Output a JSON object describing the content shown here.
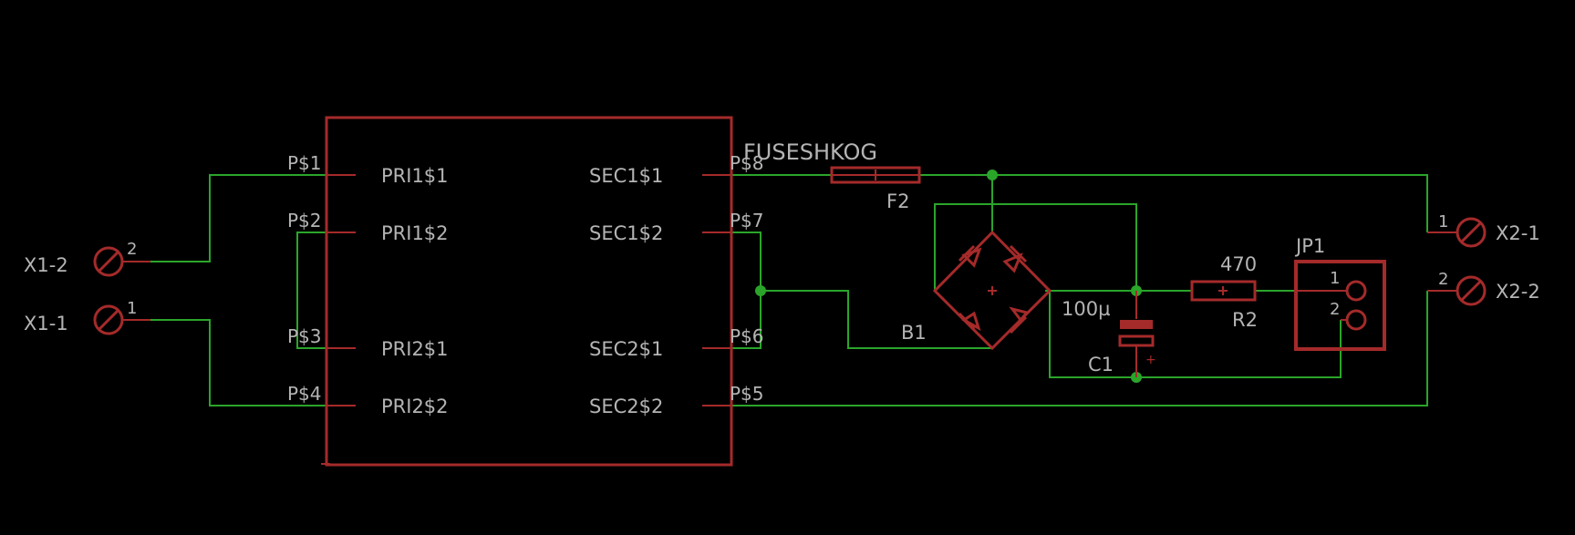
{
  "transformer": {
    "pins_left": [
      "P$1",
      "P$2",
      "P$3",
      "P$4"
    ],
    "pins_right": [
      "P$8",
      "P$7",
      "P$6",
      "P$5"
    ],
    "names_left": [
      "PRI1$1",
      "PRI1$2",
      "PRI2$1",
      "PRI2$2"
    ],
    "names_right": [
      "SEC1$1",
      "SEC1$2",
      "SEC2$1",
      "SEC2$2"
    ]
  },
  "connectors": {
    "x1_2": {
      "name": "X1-2",
      "pin": "2"
    },
    "x1_1": {
      "name": "X1-1",
      "pin": "1"
    },
    "x2_1": {
      "name": "X2-1",
      "pin": "1"
    },
    "x2_2": {
      "name": "X2-2",
      "pin": "2"
    }
  },
  "fuse": {
    "value": "FUSESHKOG",
    "name": "F2"
  },
  "bridge": {
    "name": "B1"
  },
  "capacitor": {
    "value": "100µ",
    "name": "C1",
    "polarity": "+"
  },
  "resistor": {
    "value": "470",
    "name": "R2"
  },
  "jumper": {
    "name": "JP1",
    "pins": [
      "1",
      "2"
    ]
  },
  "colors": {
    "part": "#a52a2a",
    "wire": "#2aa52a",
    "text": "#b4b4b4",
    "background": "#000000"
  }
}
